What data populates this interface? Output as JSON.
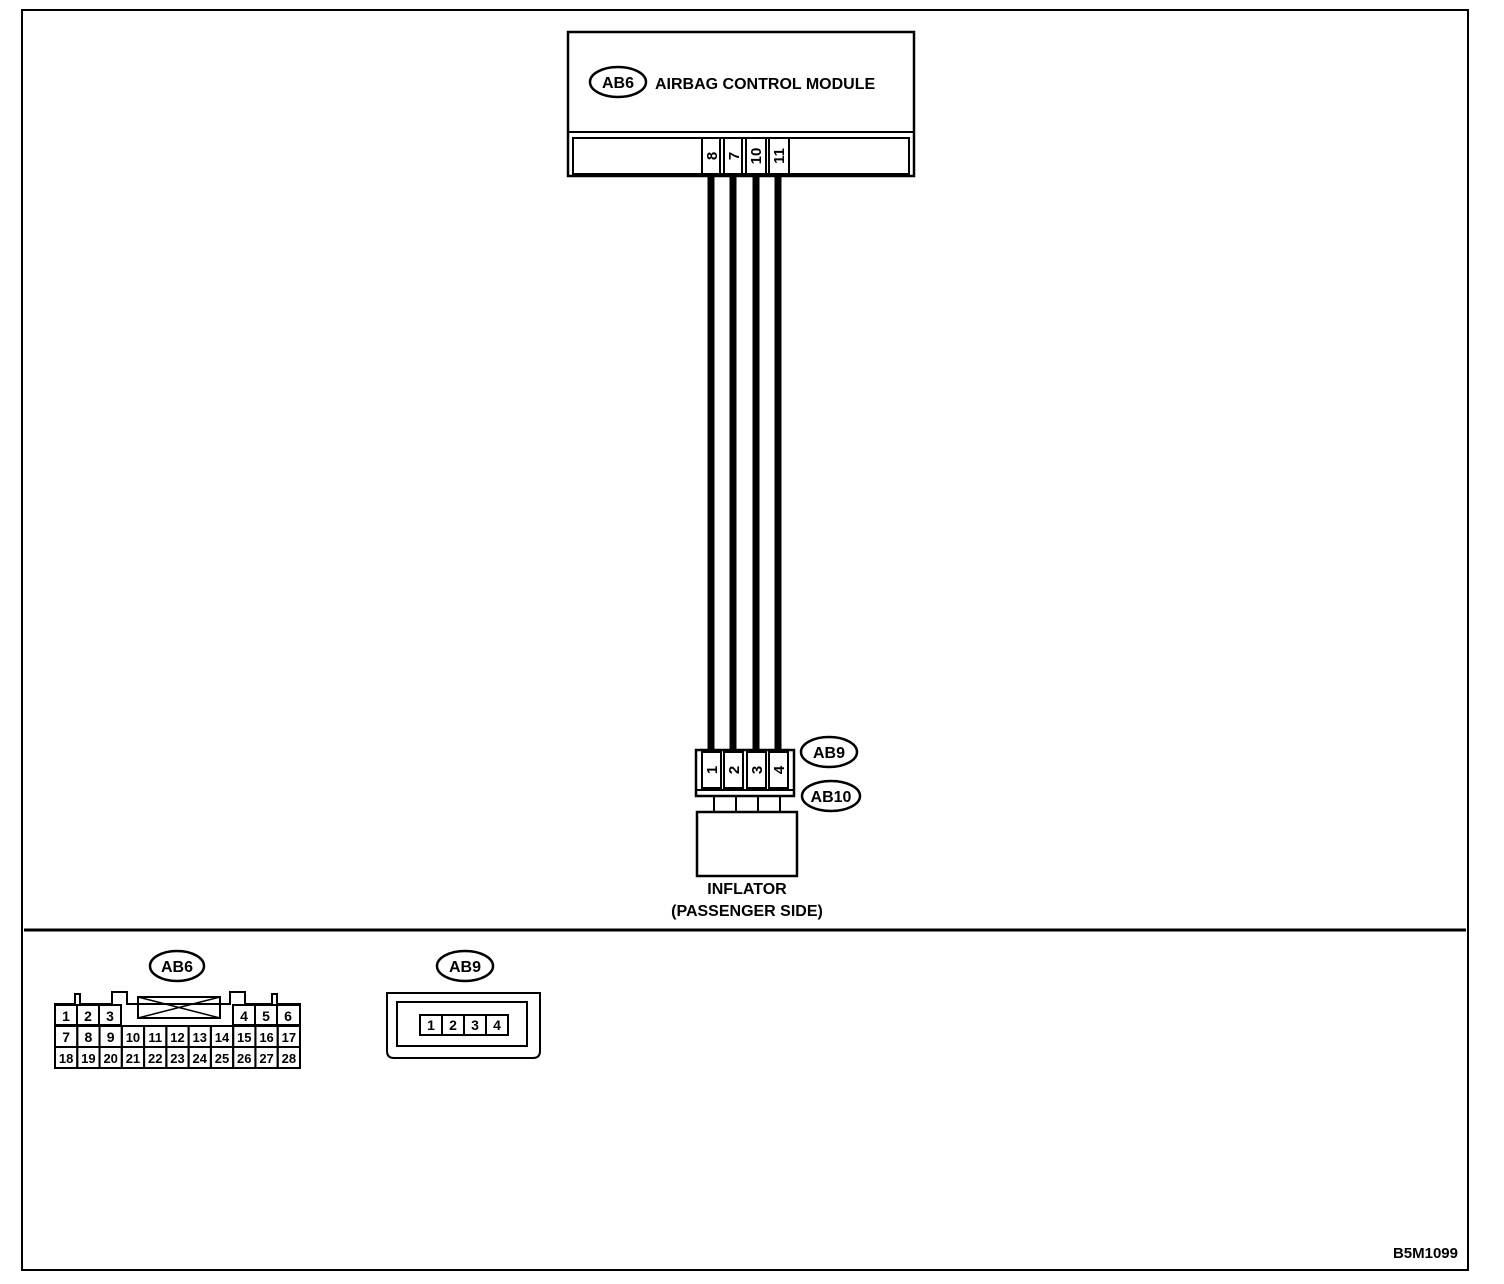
{
  "module": {
    "connector_id": "AB6",
    "title": "AIRBAG CONTROL MODULE",
    "pins": [
      "8",
      "7",
      "10",
      "11"
    ]
  },
  "harness_connector": {
    "upper_id": "AB9",
    "lower_id": "AB10",
    "pins": [
      "1",
      "2",
      "3",
      "4"
    ]
  },
  "inflator": {
    "label_line1": "INFLATOR",
    "label_line2": "(PASSENGER SIDE)"
  },
  "ab6_face": {
    "id": "AB6",
    "row1_left": [
      "1",
      "2",
      "3"
    ],
    "row1_right": [
      "4",
      "5",
      "6"
    ],
    "row2": [
      "7",
      "8",
      "9",
      "10",
      "11",
      "12",
      "13",
      "14",
      "15",
      "16",
      "17"
    ],
    "row3": [
      "18",
      "19",
      "20",
      "21",
      "22",
      "23",
      "24",
      "25",
      "26",
      "27",
      "28"
    ]
  },
  "ab9_face": {
    "id": "AB9",
    "pins": [
      "1",
      "2",
      "3",
      "4"
    ]
  },
  "figure_code": "B5M1099"
}
